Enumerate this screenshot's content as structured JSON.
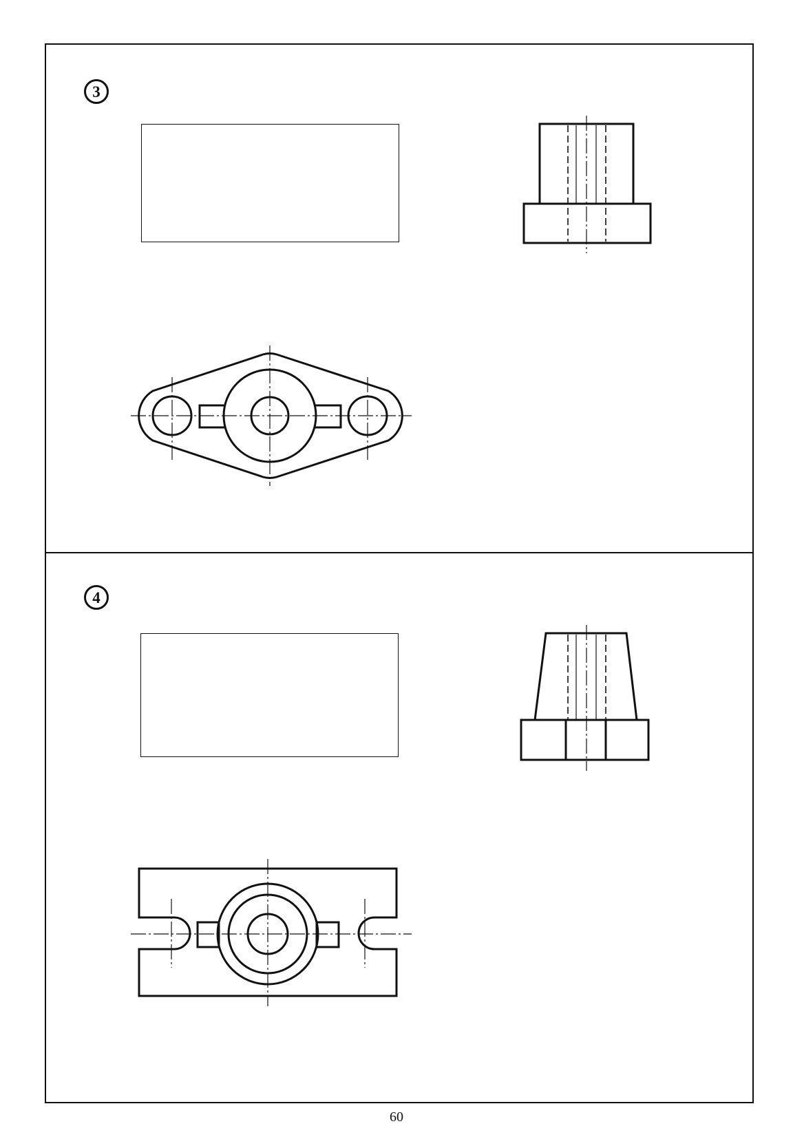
{
  "problems": [
    {
      "number": "3"
    },
    {
      "number": "4"
    }
  ],
  "page_number": "60"
}
